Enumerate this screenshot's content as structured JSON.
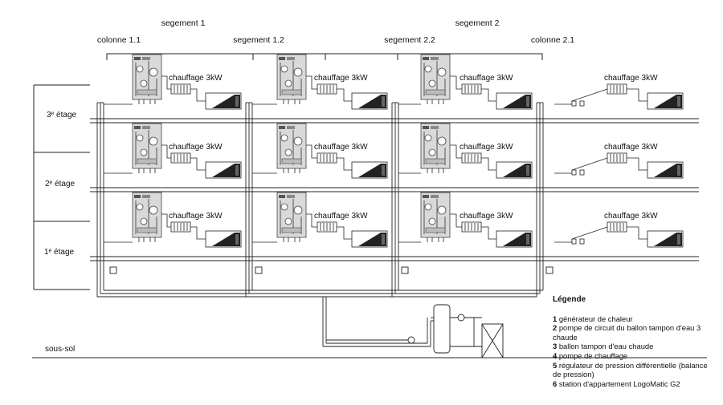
{
  "segments": [
    {
      "label": "segement 1"
    },
    {
      "label": "segement 2"
    }
  ],
  "columns": [
    {
      "label": "colonne 1.1"
    },
    {
      "label": "segement 1.2"
    },
    {
      "label": "segement 2.2"
    },
    {
      "label": "colonne 2.1"
    }
  ],
  "floors": [
    {
      "label": "3ᵉ étage"
    },
    {
      "label": "2ᵉ étage"
    },
    {
      "label": "1ᵉ étage"
    }
  ],
  "basement": {
    "label": "sous-sol"
  },
  "heating_label": "chauffage 3kW",
  "legend": {
    "title": "Légende",
    "items": [
      {
        "num": "1",
        "text": "générateur de chaleur"
      },
      {
        "num": "2",
        "text": "pompe de circuit du ballon tampon d'eau 3 chaude"
      },
      {
        "num": "3",
        "text": "ballon tampon d'eau chaude"
      },
      {
        "num": "4",
        "text": "pompe de chauffage"
      },
      {
        "num": "5",
        "text": "régulateur de pression différentielle (balance de pression)"
      },
      {
        "num": "6",
        "text": "station d'appartement LogoMatic G2"
      }
    ]
  }
}
